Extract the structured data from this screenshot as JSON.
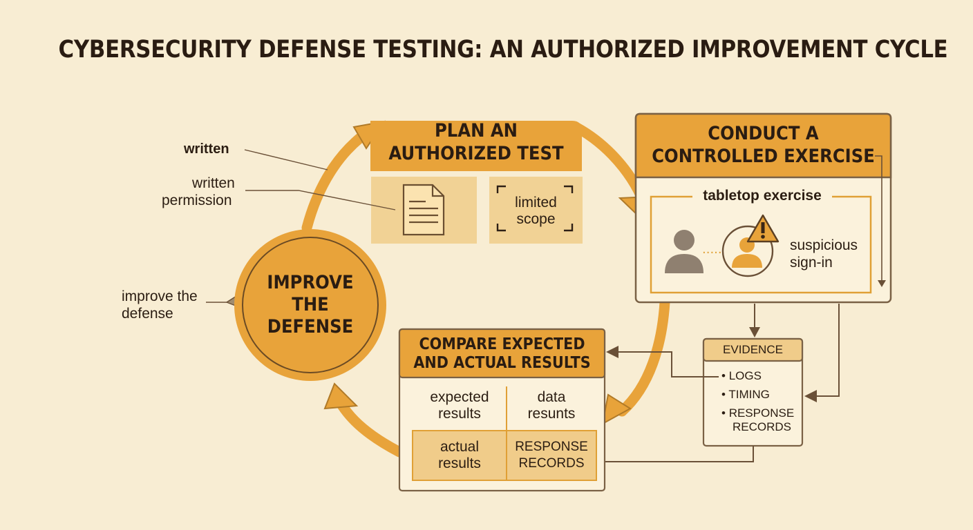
{
  "title": "CYBERSECURITY DEFENSE TESTING: AN AUTHORIZED IMPROVEMENT CYCLE",
  "colors": {
    "background": "#f8edd3",
    "accent": "#e8a33a",
    "accent_dark": "#c98a2a",
    "panel_fill": "#fbf2dc",
    "outline": "#7a6145",
    "text": "#2a1c12"
  },
  "plan": {
    "header_line1": "PLAN AN",
    "header_line2": "AUTHORIZED TEST",
    "document_icon": "document-icon",
    "scope_line1": "limited",
    "scope_line2": "scope"
  },
  "annotations": {
    "written": "written",
    "permission_line1": "written",
    "permission_line2": "permission",
    "improve_line1": "improve the",
    "improve_line2": "defense"
  },
  "conduct": {
    "header_line1": "CONDUCT A",
    "header_line2": "CONTROLLED EXERCISE",
    "tabletop": "tabletop exercise",
    "alert_line1": "suspicious",
    "alert_line2": "sign-in",
    "person_icon": "person-icon",
    "warning_icon": "warning-icon"
  },
  "improve": {
    "line1": "IMPROVE",
    "line2": "THE",
    "line3": "DEFENSE"
  },
  "evidence": {
    "header": "EVIDENCE",
    "items": [
      {
        "line1": "LOGS",
        "line2": ""
      },
      {
        "line1": "TIMING",
        "line2": ""
      },
      {
        "line1": "RESPONSE",
        "line2": "RECORDS"
      }
    ]
  },
  "compare": {
    "header_line1": "COMPARE EXPECTED",
    "header_line2": "AND ACTUAL RESULTS",
    "cells": {
      "expected_line1": "expected",
      "expected_line2": "results",
      "data_line1": "data",
      "data_line2": "resunts",
      "actual_line1": "actual",
      "actual_line2": "results",
      "records_line1": "RESPONSE",
      "records_line2": "RECORDS"
    }
  }
}
